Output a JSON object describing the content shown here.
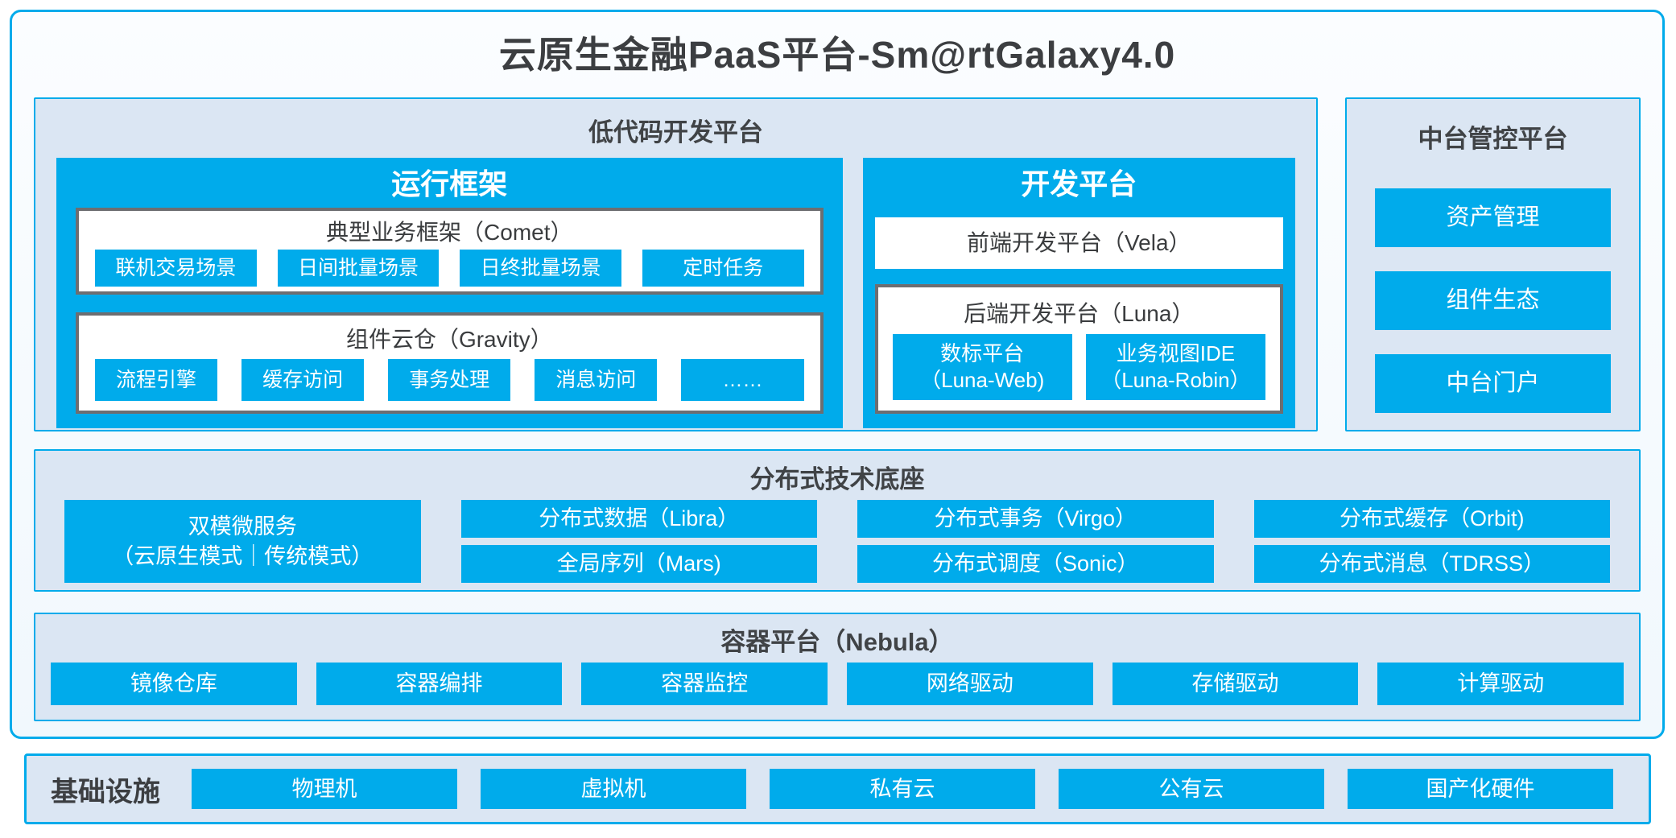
{
  "title": "云原生金融PaaS平台-Sm@rtGalaxy4.0",
  "colors": {
    "accent": "#00abeb",
    "panel_bg": "#dbe6f3",
    "dark_text": "#3f4245",
    "gray_border": "#6d6e71"
  },
  "low_code": {
    "title": "低代码开发平台",
    "runtime": {
      "title": "运行框架",
      "comet": {
        "title": "典型业务框架（Comet）",
        "items": [
          "联机交易场景",
          "日间批量场景",
          "日终批量场景",
          "定时任务"
        ]
      },
      "gravity": {
        "title": "组件云仓（Gravity）",
        "items": [
          "流程引擎",
          "缓存访问",
          "事务处理",
          "消息访问",
          "……"
        ]
      }
    },
    "dev": {
      "title": "开发平台",
      "vela_title": "前端开发平台（Vela）",
      "luna": {
        "title": "后端开发平台（Luna）",
        "items": [
          {
            "line1": "数标平台",
            "line2": "（Luna-Web)"
          },
          {
            "line1": "业务视图IDE",
            "line2": "（Luna-Robin）"
          }
        ]
      }
    }
  },
  "mid_platform": {
    "title": "中台管控平台",
    "items": [
      "资产管理",
      "组件生态",
      "中台门户"
    ]
  },
  "distributed": {
    "title": "分布式技术底座",
    "dual_mode": {
      "line1": "双模微服务",
      "line2": "（云原生模式｜传统模式）"
    },
    "columns": [
      {
        "top": "分布式数据（Libra）",
        "bottom": "全局序列（Mars)"
      },
      {
        "top": "分布式事务（Virgo）",
        "bottom": "分布式调度（Sonic）"
      },
      {
        "top": "分布式缓存（Orbit)",
        "bottom": "分布式消息（TDRSS）"
      }
    ]
  },
  "container_platform": {
    "title": "容器平台（Nebula）",
    "items": [
      "镜像仓库",
      "容器编排",
      "容器监控",
      "网络驱动",
      "存储驱动",
      "计算驱动"
    ]
  },
  "infrastructure": {
    "title": "基础设施",
    "items": [
      "物理机",
      "虚拟机",
      "私有云",
      "公有云",
      "国产化硬件"
    ]
  }
}
